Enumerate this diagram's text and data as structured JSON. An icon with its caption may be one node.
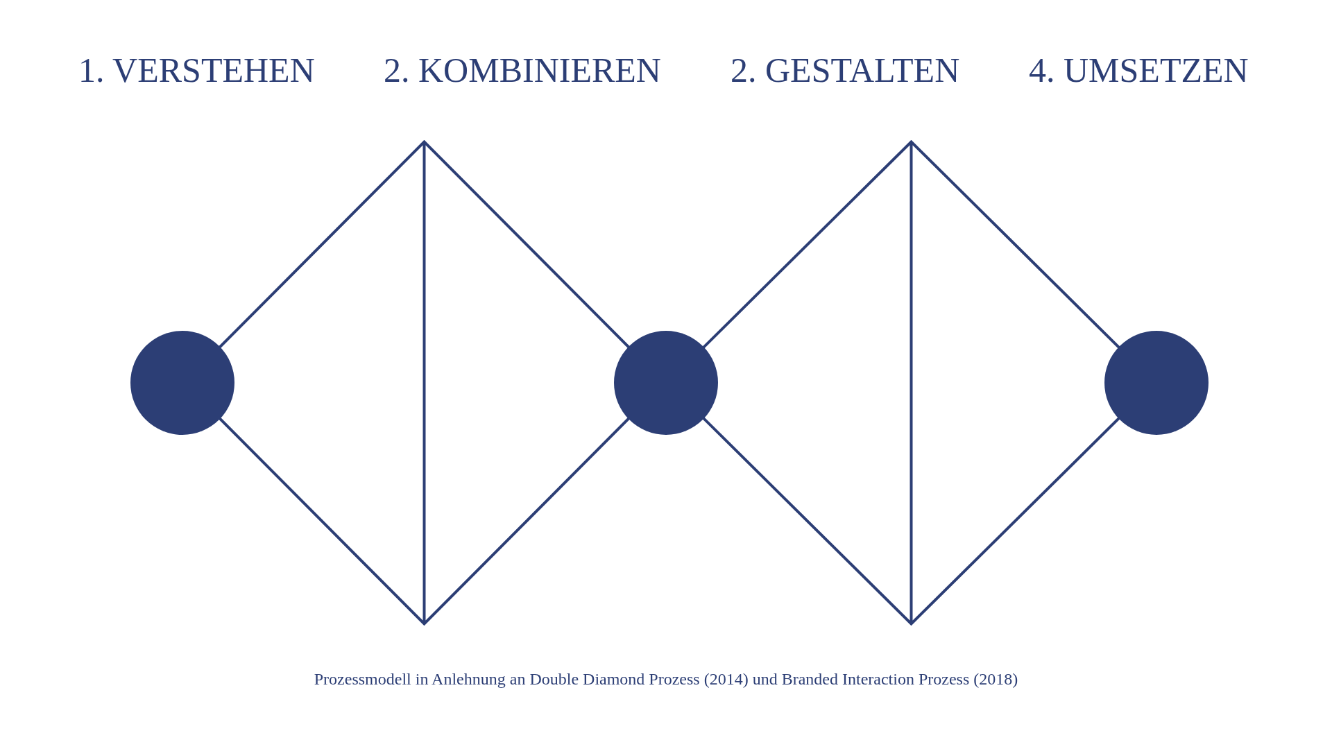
{
  "diagram": {
    "caption": "Prozessmodell in Anlehnung an Double Diamond Prozess (2014) und Branded Interaction Prozess (2018)",
    "nodes": [
      {
        "text": [],
        "shape": "circle"
      },
      {
        "text": [],
        "shape": "diamond"
      },
      {
        "text": [],
        "shape": "circle"
      },
      {
        "text": [],
        "shape": "diamond"
      },
      {
        "text": [],
        "shape": "circle"
      }
    ],
    "labels": [
      "1. VERSTEHEN",
      "2. KOMBINIEREN",
      "2. GESTALTEN",
      "4. UMSETZEN"
    ]
  }
}
